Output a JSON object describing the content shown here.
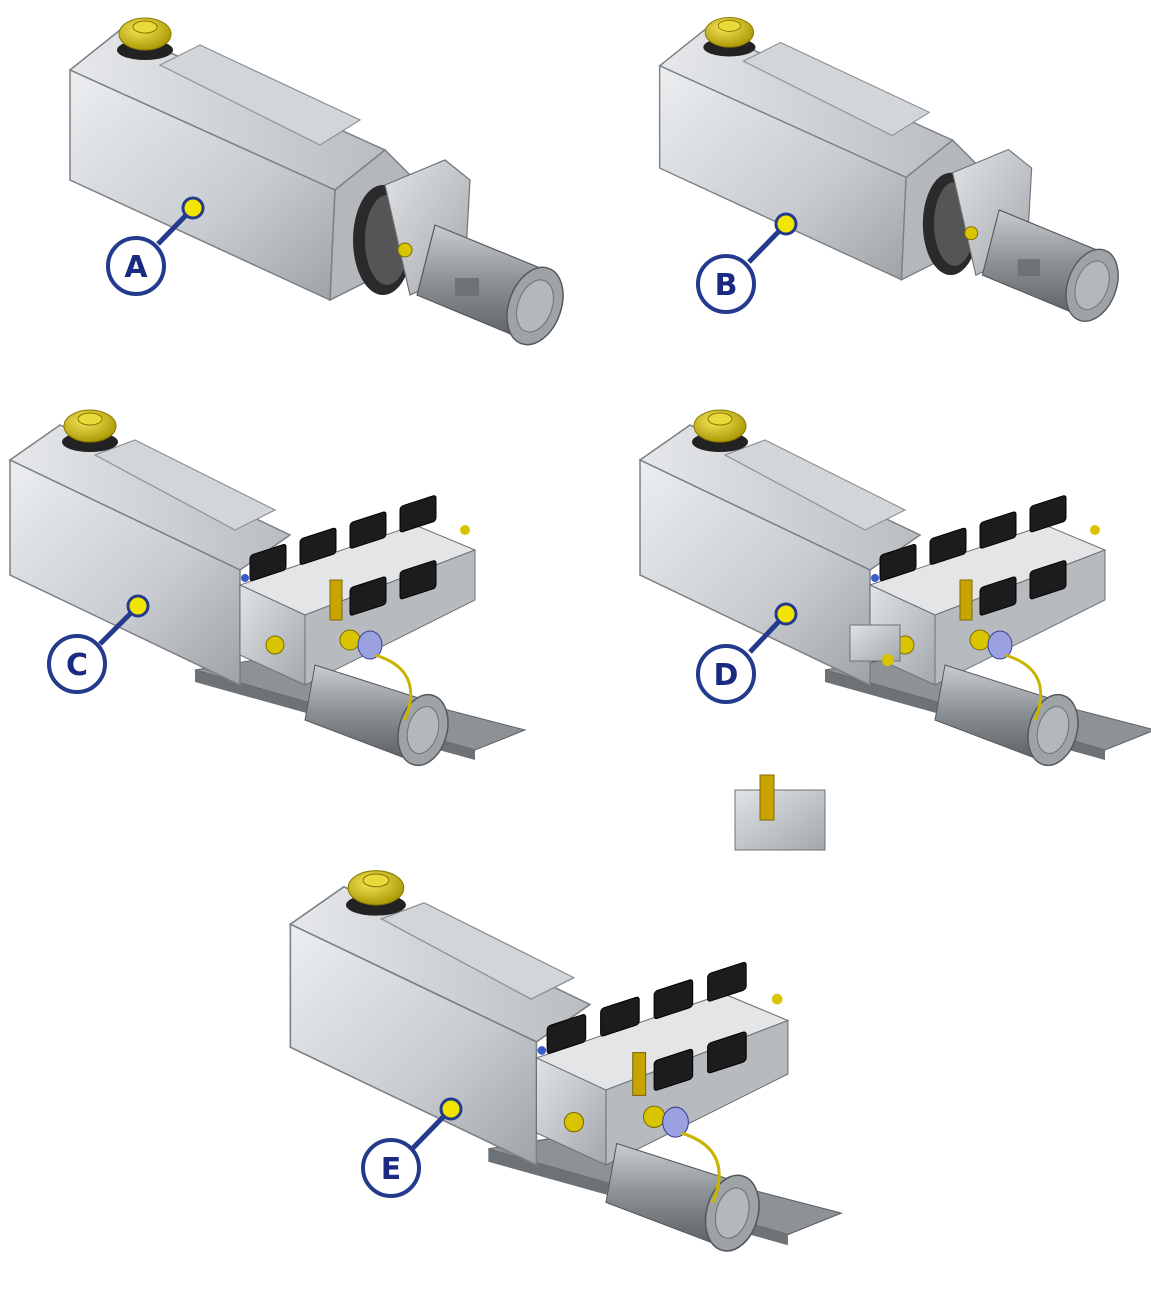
{
  "colors": {
    "callout_ring": "#243a8c",
    "callout_fill": "#ffffff",
    "marker_yellow": "#f2e600",
    "cap_yellow": "#d8c400",
    "tank_light": "#d9dcdf",
    "tank_dark": "#a9aeb3",
    "valve_black": "#1c1c1c",
    "fitting_gold": "#c9a400",
    "motor_grey": "#8d9297"
  },
  "units": [
    {
      "id": "A",
      "label": "A",
      "config": "basic"
    },
    {
      "id": "B",
      "label": "B",
      "config": "basic-alt"
    },
    {
      "id": "C",
      "label": "C",
      "config": "valve-bank"
    },
    {
      "id": "D",
      "label": "D",
      "config": "valve-bank-plus"
    },
    {
      "id": "E",
      "label": "E",
      "config": "valve-bank-large"
    }
  ]
}
